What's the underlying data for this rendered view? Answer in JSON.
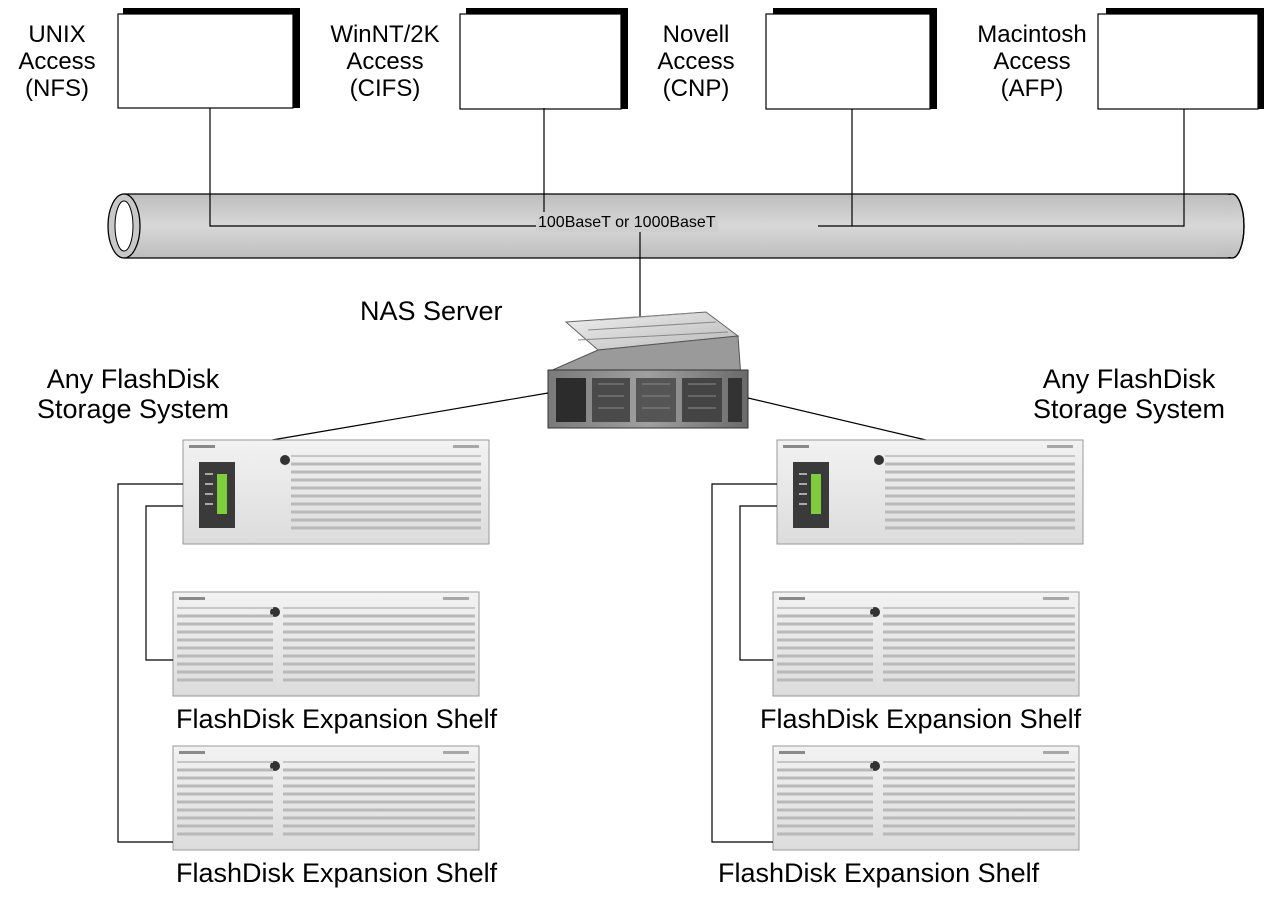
{
  "clients": [
    {
      "line1": "UNIX",
      "line2": "Access",
      "line3": "(NFS)"
    },
    {
      "line1": "WinNT/2K",
      "line2": "Access",
      "line3": "(CIFS)"
    },
    {
      "line1": "Novell",
      "line2": "Access",
      "line3": "(CNP)"
    },
    {
      "line1": "Macintosh",
      "line2": "Access",
      "line3": "(AFP)"
    }
  ],
  "network": {
    "label": "100BaseT or 1000BaseT"
  },
  "server": {
    "label": "NAS Server"
  },
  "storage_left": {
    "title_line1": "Any FlashDisk",
    "title_line2": "Storage System",
    "shelves": [
      "FlashDisk Expansion Shelf",
      "FlashDisk Expansion Shelf"
    ]
  },
  "storage_right": {
    "title_line1": "Any FlashDisk",
    "title_line2": "Storage System",
    "shelves": [
      "FlashDisk Expansion Shelf",
      "FlashDisk Expansion Shelf"
    ]
  },
  "colors": {
    "pipe": "#cfcfcf",
    "lines": "#000000",
    "chassis": "#e6e6e6",
    "display": "#7ccf3a"
  }
}
